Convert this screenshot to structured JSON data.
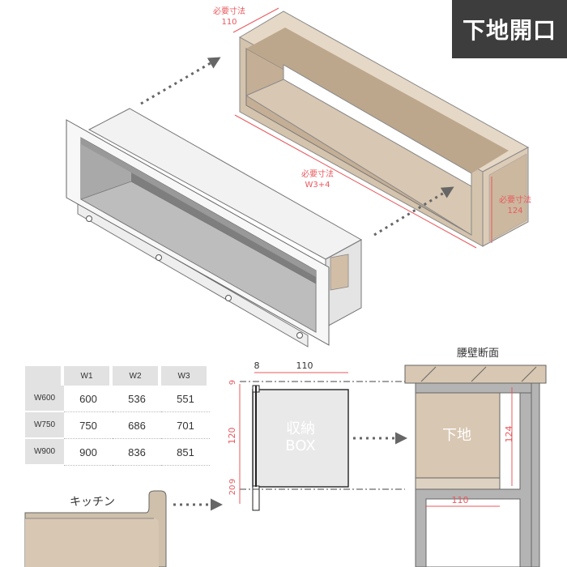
{
  "badge": {
    "title": "下地開口"
  },
  "box_dims": {
    "top_label": "必要寸法",
    "top_value": "110",
    "width_label": "必要寸法",
    "width_value": "W3+4",
    "height_label": "必要寸法",
    "height_value": "124"
  },
  "section": {
    "title": "腰壁断面",
    "dim_top_left": "8",
    "dim_top": "110",
    "dim_9_top": "9",
    "dim_120": "120",
    "dim_20": "20",
    "dim_9_bottom": "9",
    "box_label_1": "収納",
    "box_label_2": "BOX",
    "base_label": "下地",
    "dim_124": "124",
    "dim_110_bottom": "110",
    "kitchen_label": "キッチン"
  },
  "spec_table": {
    "headers": [
      "",
      "W1",
      "W2",
      "W3"
    ],
    "rows": [
      {
        "label": "W600",
        "values": [
          "600",
          "536",
          "551"
        ]
      },
      {
        "label": "W750",
        "values": [
          "750",
          "686",
          "701"
        ]
      },
      {
        "label": "W900",
        "values": [
          "900",
          "836",
          "851"
        ]
      }
    ]
  },
  "colors": {
    "wood": "#d8c7b2",
    "wood_dark": "#c9b59d",
    "dimension_red": "#e8595e",
    "panel_gray": "#b4b4b4",
    "steel_light": "#e9e9e9",
    "badge_bg": "#3d3d3d"
  }
}
